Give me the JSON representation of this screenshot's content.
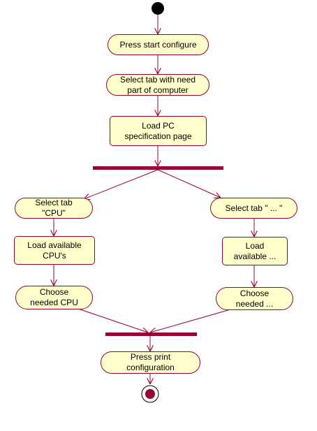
{
  "colors": {
    "node_fill": "#FFFFCC",
    "node_border": "#990033",
    "bar": "#990033",
    "start_fill": "#000000",
    "edge": "#990033",
    "text": "#000000",
    "background": "#FFFFFF"
  },
  "nodes": {
    "press_start": {
      "label": "Press start configure"
    },
    "select_tab": {
      "label": "Select tab with need\npart of computer"
    },
    "load_pc_spec": {
      "label": "Load PC\nspecification page"
    },
    "select_tab_cpu": {
      "label": "Select tab\n\"CPU\""
    },
    "load_cpus": {
      "label": "Load available\nCPU's"
    },
    "choose_cpu": {
      "label": "Choose\nneeded CPU"
    },
    "select_tab_other": {
      "label": "Select tab \" ... \""
    },
    "load_other": {
      "label": "Load\navailable ..."
    },
    "choose_other": {
      "label": "Choose\nneeded ..."
    },
    "press_print": {
      "label": "Press print\nconfiguration"
    }
  }
}
